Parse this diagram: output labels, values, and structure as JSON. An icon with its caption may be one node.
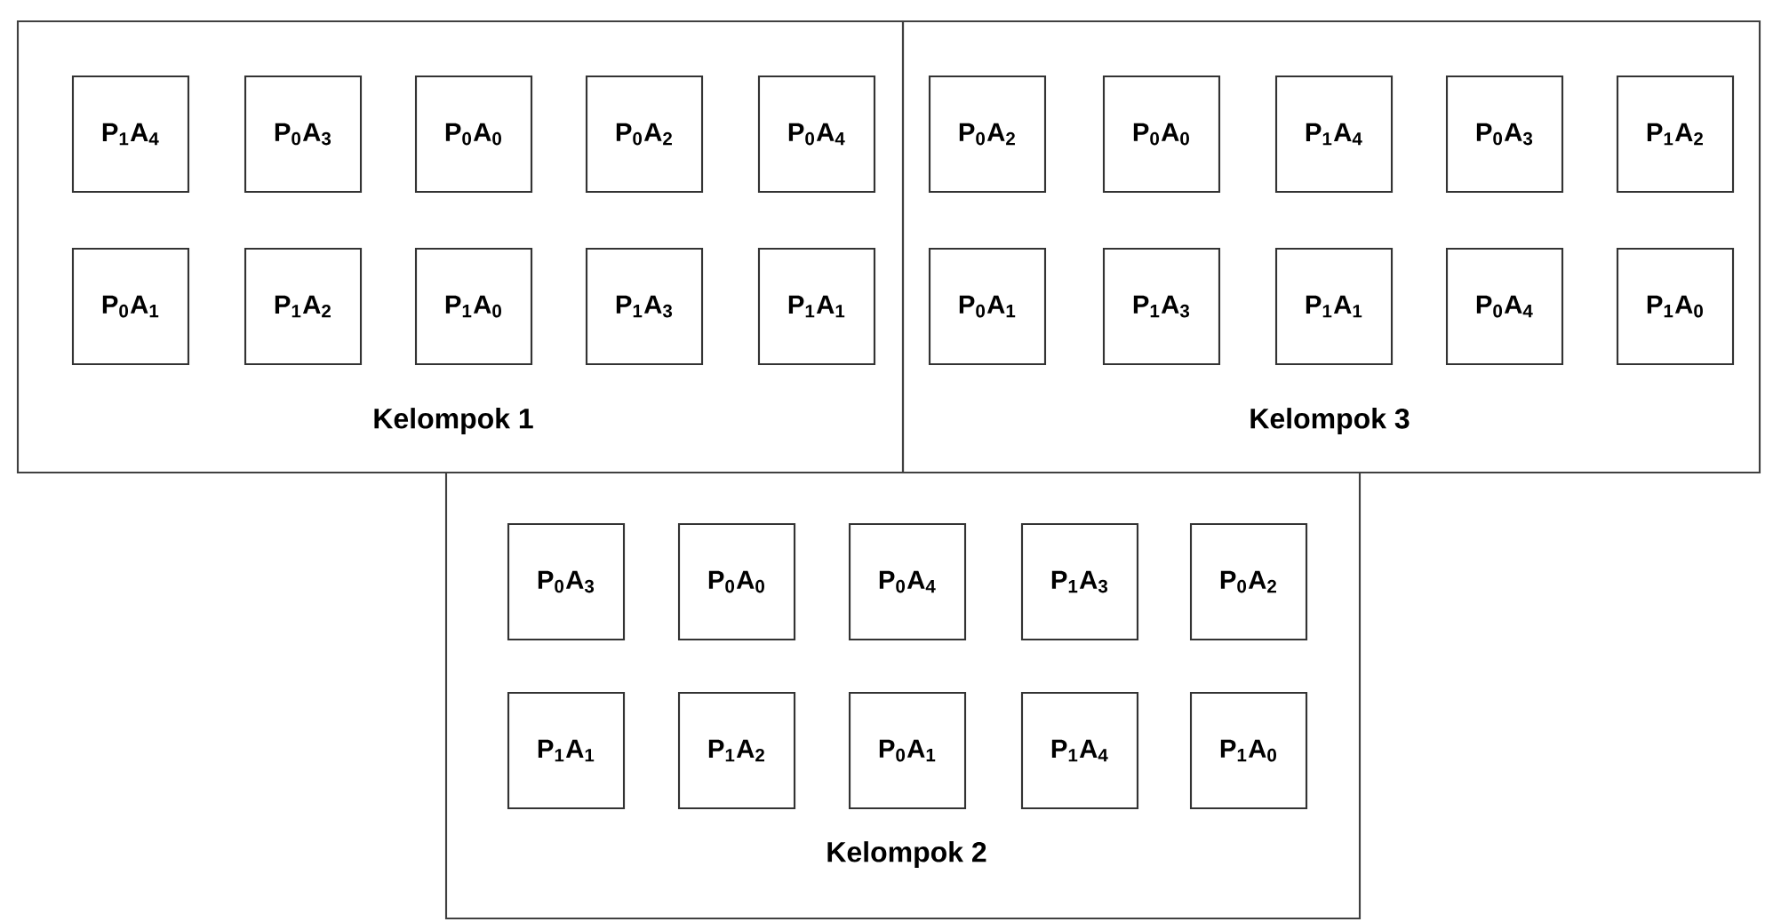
{
  "diagram": {
    "nodes": [
      {
        "text": [
          "Kelompok 1"
        ]
      },
      {
        "text": [
          "P$_{1}$A$_{4}$"
        ],
        "in": 0
      },
      {
        "text": [
          "P$_{0}$A$_{3}$"
        ],
        "in": 0
      },
      {
        "text": [
          "P$_{0}$A$_{0}$"
        ],
        "in": 0
      },
      {
        "text": [
          "P$_{0}$A$_{2}$"
        ],
        "in": 0
      },
      {
        "text": [
          "P$_{0}$A$_{4}$"
        ],
        "in": 0
      },
      {
        "text": [
          "P$_{0}$A$_{1}$"
        ],
        "in": 0
      },
      {
        "text": [
          "P$_{1}$A$_{2}$"
        ],
        "in": 0
      },
      {
        "text": [
          "P$_{1}$A$_{0}$"
        ],
        "in": 0
      },
      {
        "text": [
          "P$_{1}$A$_{3}$"
        ],
        "in": 0
      },
      {
        "text": [
          "P$_{1}$A$_{1}$"
        ],
        "in": 0
      },
      {
        "text": [
          "Kelompok 3"
        ]
      },
      {
        "text": [
          "P$_{0}$A$_{2}$"
        ],
        "in": 11
      },
      {
        "text": [
          "P$_{0}$A$_{0}$"
        ],
        "in": 11
      },
      {
        "text": [
          "P$_{1}$A$_{4}$"
        ],
        "in": 11
      },
      {
        "text": [
          "P$_{0}$A$_{3}$"
        ],
        "in": 11
      },
      {
        "text": [
          "P$_{1}$A$_{2}$"
        ],
        "in": 11
      },
      {
        "text": [
          "P$_{0}$A$_{1}$"
        ],
        "in": 11
      },
      {
        "text": [
          "P$_{1}$A$_{3}$"
        ],
        "in": 11
      },
      {
        "text": [
          "P$_{1}$A$_{1}$"
        ],
        "in": 11
      },
      {
        "text": [
          "P$_{0}$A$_{4}$"
        ],
        "in": 11
      },
      {
        "text": [
          "P$_{1}$A$_{0}$"
        ],
        "in": 11
      },
      {
        "text": [
          "Kelompok 2"
        ]
      },
      {
        "text": [
          "P$_{0}$A$_{3}$"
        ],
        "in": 22
      },
      {
        "text": [
          "P$_{0}$A$_{0}$"
        ],
        "in": 22
      },
      {
        "text": [
          "P$_{0}$A$_{4}$"
        ],
        "in": 22
      },
      {
        "text": [
          "P$_{1}$A$_{3}$"
        ],
        "in": 22
      },
      {
        "text": [
          "P$_{0}$A$_{2}$"
        ],
        "in": 22
      },
      {
        "text": [
          "P$_{1}$A$_{1}$"
        ],
        "in": 22
      },
      {
        "text": [
          "P$_{1}$A$_{2}$"
        ],
        "in": 22
      },
      {
        "text": [
          "P$_{0}$A$_{1}$"
        ],
        "in": 22
      },
      {
        "text": [
          "P$_{1}$A$_{4}$"
        ],
        "in": 22
      },
      {
        "text": [
          "P$_{1}$A$_{0}$"
        ],
        "in": 22
      }
    ]
  }
}
